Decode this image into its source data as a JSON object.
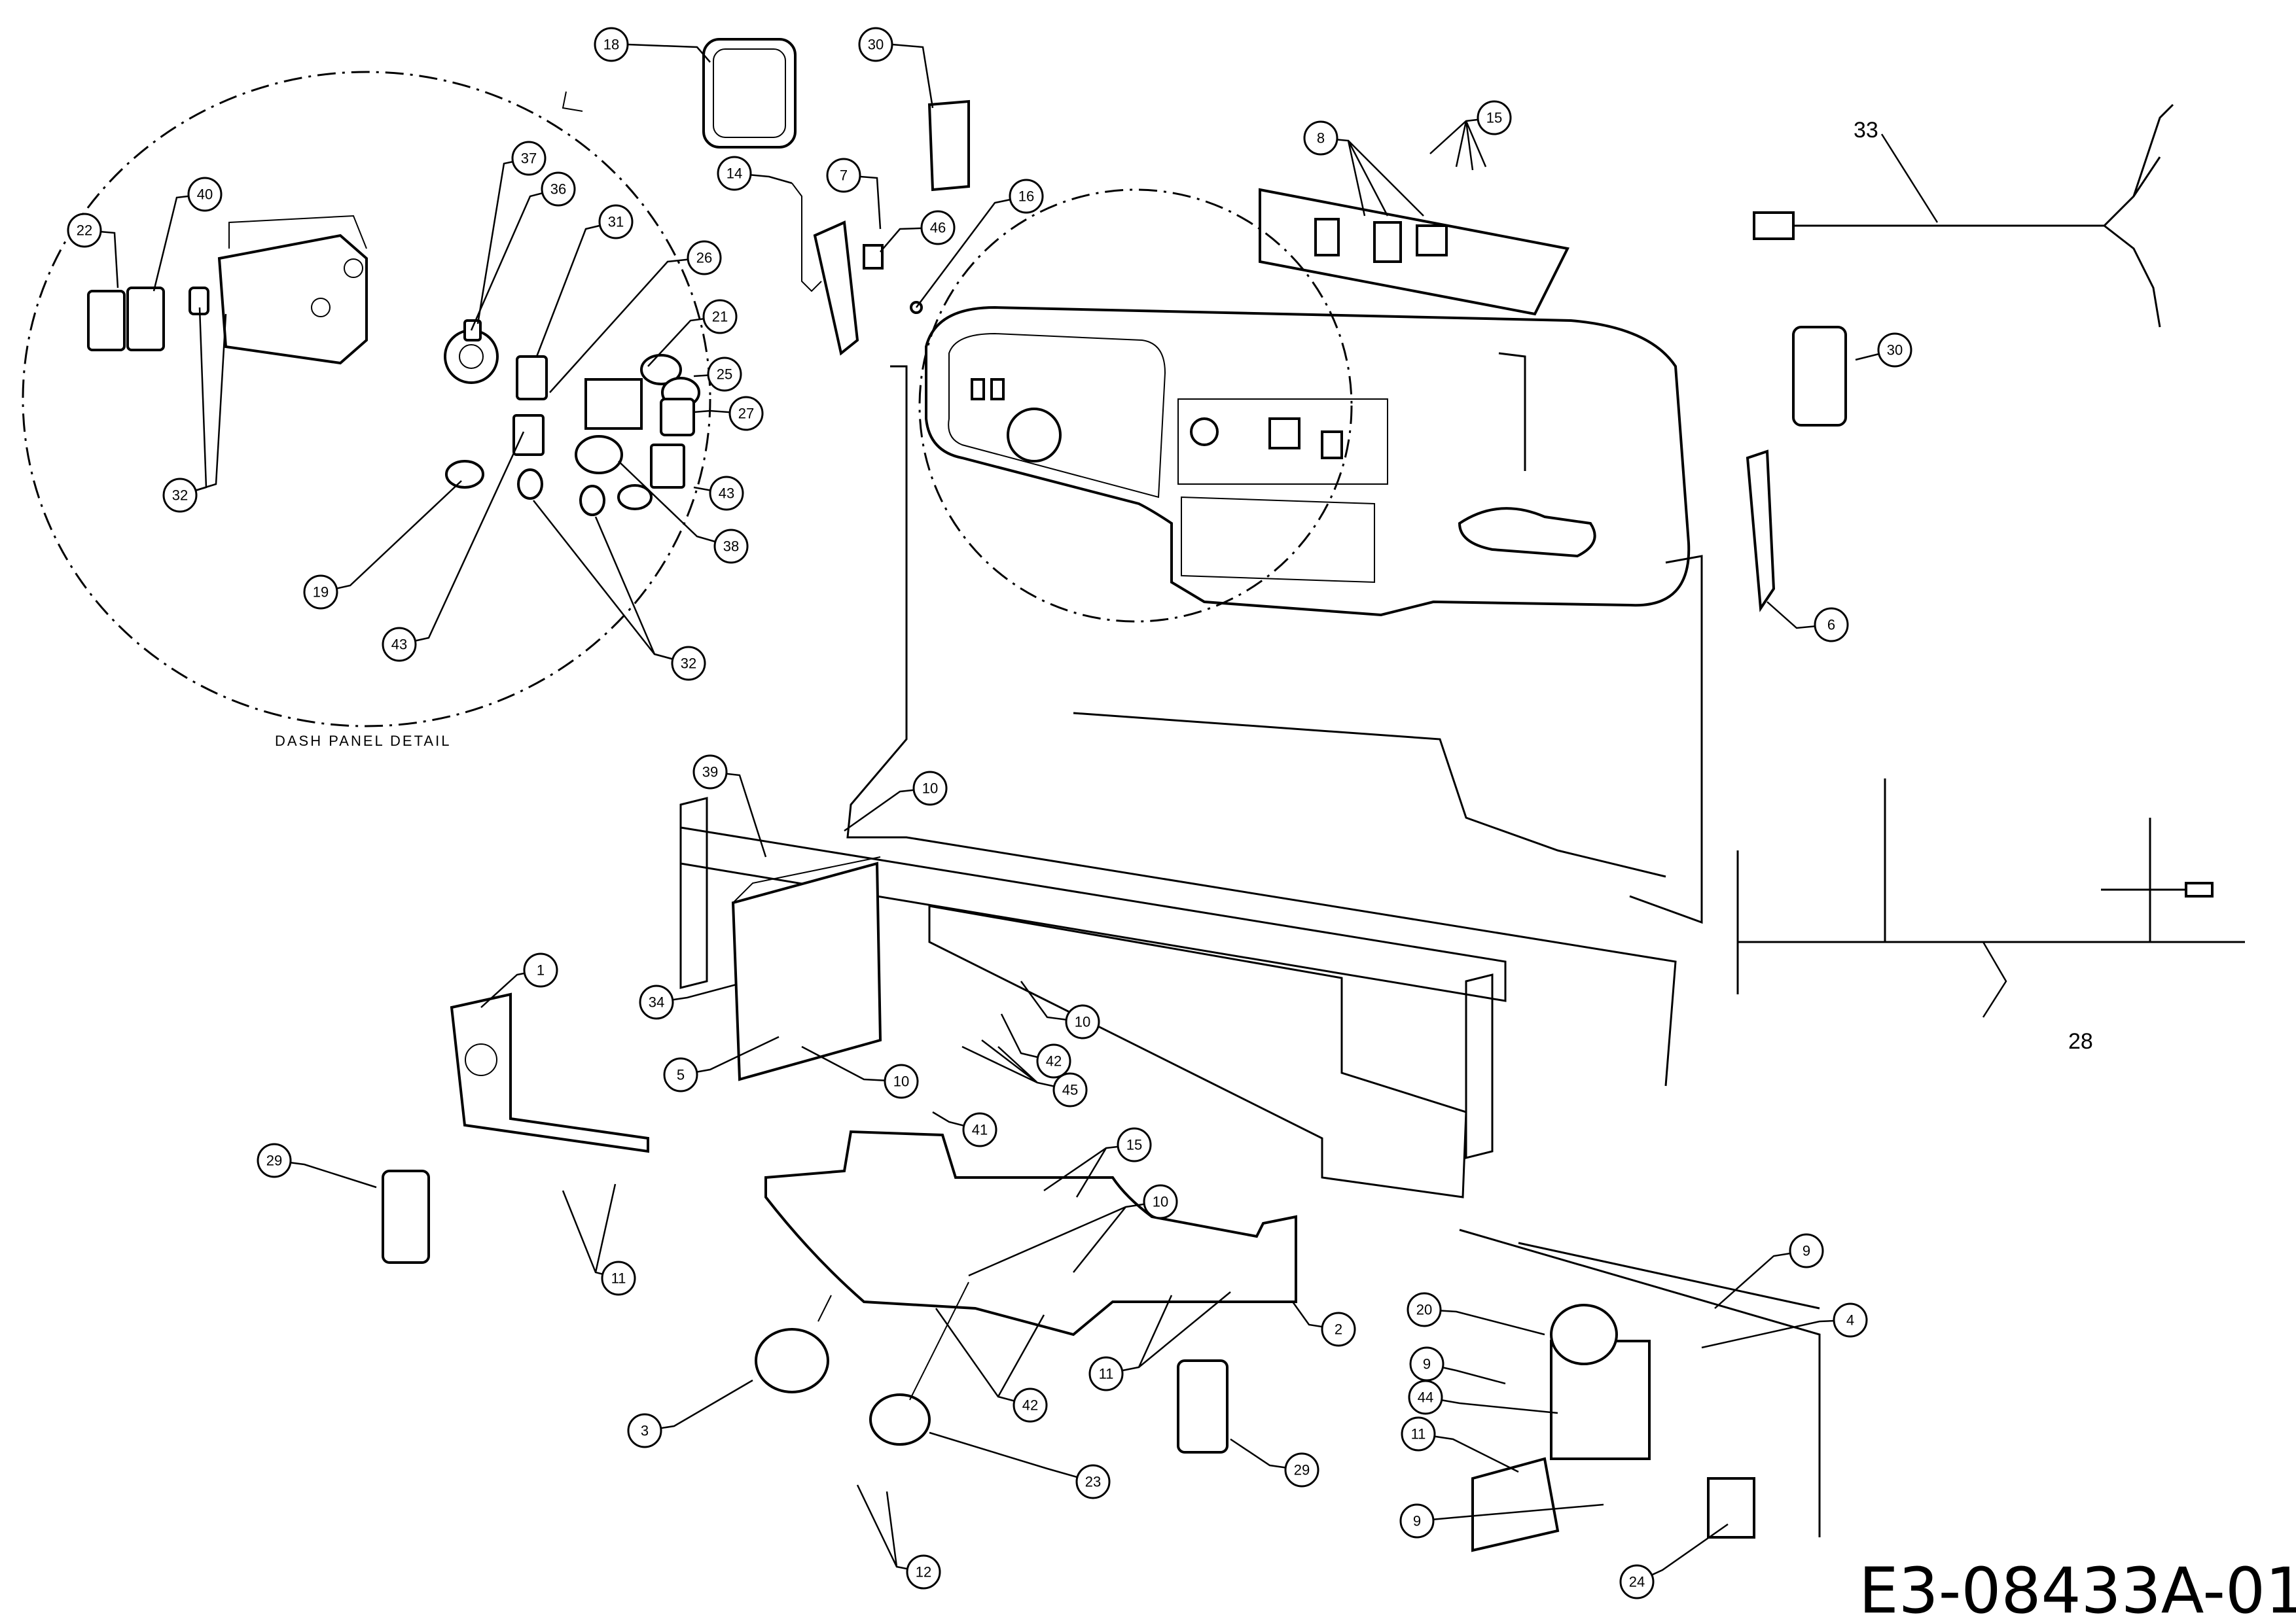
{
  "diagram": {
    "drawing_number": "E3-08433A-01",
    "detail_caption": "DASH PANEL DETAIL",
    "plain_labels": [
      {
        "id": "label-33",
        "text": "33"
      },
      {
        "id": "label-28",
        "text": "28"
      }
    ],
    "callouts": [
      {
        "id": "c18",
        "text": "18"
      },
      {
        "id": "c30a",
        "text": "30"
      },
      {
        "id": "c37",
        "text": "37"
      },
      {
        "id": "c40",
        "text": "40"
      },
      {
        "id": "c22",
        "text": "22"
      },
      {
        "id": "c36",
        "text": "36"
      },
      {
        "id": "c31",
        "text": "31"
      },
      {
        "id": "c26",
        "text": "26"
      },
      {
        "id": "c21",
        "text": "21"
      },
      {
        "id": "c25",
        "text": "25"
      },
      {
        "id": "c27",
        "text": "27"
      },
      {
        "id": "c43a",
        "text": "43"
      },
      {
        "id": "c38",
        "text": "38"
      },
      {
        "id": "c32a",
        "text": "32"
      },
      {
        "id": "c19",
        "text": "19"
      },
      {
        "id": "c43b",
        "text": "43"
      },
      {
        "id": "c32b",
        "text": "32"
      },
      {
        "id": "c14",
        "text": "14"
      },
      {
        "id": "c7",
        "text": "7"
      },
      {
        "id": "c46",
        "text": "46"
      },
      {
        "id": "c16",
        "text": "16"
      },
      {
        "id": "c8",
        "text": "8"
      },
      {
        "id": "c15a",
        "text": "15"
      },
      {
        "id": "c30b",
        "text": "30"
      },
      {
        "id": "c6",
        "text": "6"
      },
      {
        "id": "c39",
        "text": "39"
      },
      {
        "id": "c10a",
        "text": "10"
      },
      {
        "id": "c1",
        "text": "1"
      },
      {
        "id": "c34",
        "text": "34"
      },
      {
        "id": "c5",
        "text": "5"
      },
      {
        "id": "c10b",
        "text": "10"
      },
      {
        "id": "c10c",
        "text": "10"
      },
      {
        "id": "c42a",
        "text": "42"
      },
      {
        "id": "c45",
        "text": "45"
      },
      {
        "id": "c41",
        "text": "41"
      },
      {
        "id": "c15b",
        "text": "15"
      },
      {
        "id": "c10d",
        "text": "10"
      },
      {
        "id": "c29a",
        "text": "29"
      },
      {
        "id": "c11a",
        "text": "11"
      },
      {
        "id": "c2",
        "text": "2"
      },
      {
        "id": "c11b",
        "text": "11"
      },
      {
        "id": "c42b",
        "text": "42"
      },
      {
        "id": "c3",
        "text": "3"
      },
      {
        "id": "c23",
        "text": "23"
      },
      {
        "id": "c29b",
        "text": "29"
      },
      {
        "id": "c12",
        "text": "12"
      },
      {
        "id": "c9a",
        "text": "9"
      },
      {
        "id": "c20",
        "text": "20"
      },
      {
        "id": "c4",
        "text": "4"
      },
      {
        "id": "c9b",
        "text": "9"
      },
      {
        "id": "c44",
        "text": "44"
      },
      {
        "id": "c11c",
        "text": "11"
      },
      {
        "id": "c9c",
        "text": "9"
      },
      {
        "id": "c24",
        "text": "24"
      }
    ]
  }
}
